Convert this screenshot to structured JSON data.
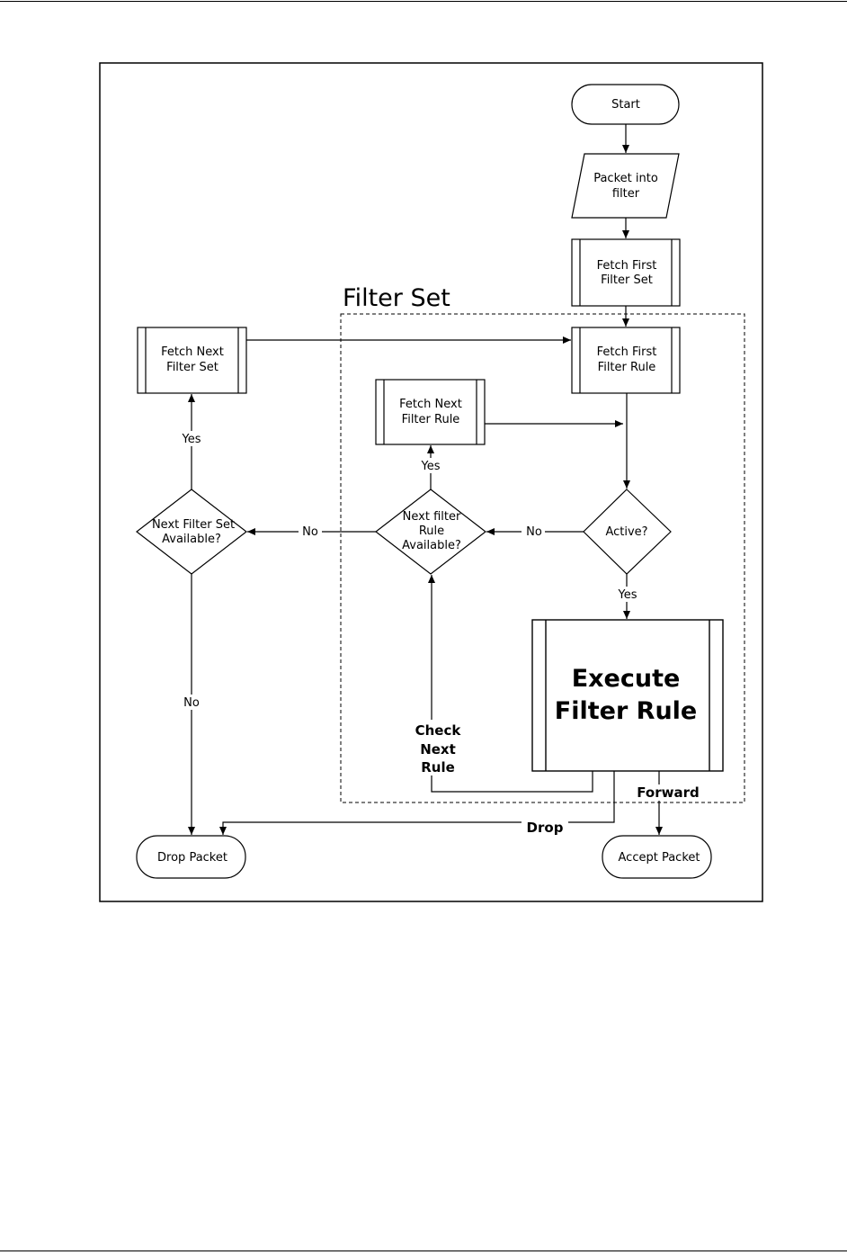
{
  "page": {},
  "diagram": {
    "group_label": "Filter Set",
    "nodes": {
      "start": "Start",
      "packet_into_filter": [
        "Packet into",
        "filter"
      ],
      "fetch_first_filter_set": [
        "Fetch First",
        "Filter Set"
      ],
      "fetch_first_filter_rule": [
        "Fetch First",
        "Filter Rule"
      ],
      "fetch_next_filter_set": [
        "Fetch Next",
        "Filter Set"
      ],
      "fetch_next_filter_rule": [
        "Fetch Next",
        "Filter Rule"
      ],
      "active": "Active?",
      "next_filter_rule_available": [
        "Next filter",
        "Rule",
        "Available?"
      ],
      "next_filter_set_available": [
        "Next Filter Set",
        "Available?"
      ],
      "execute_filter_rule": [
        "Execute",
        "Filter Rule"
      ],
      "drop_packet": "Drop Packet",
      "accept_packet": "Accept Packet"
    },
    "edge_labels": {
      "active_yes": "Yes",
      "active_no": "No",
      "next_rule_yes": "Yes",
      "next_rule_no": "No",
      "next_set_yes": "Yes",
      "next_set_no": "No",
      "check_next_rule": [
        "Check",
        "Next",
        "Rule"
      ],
      "forward": "Forward",
      "drop": "Drop"
    }
  }
}
